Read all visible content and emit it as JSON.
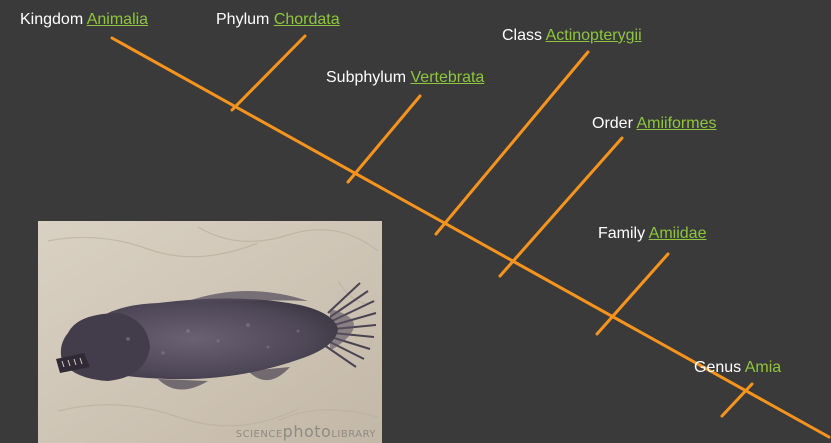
{
  "diagram": {
    "line_color": "#f7941d",
    "link_color": "#8ec63f",
    "background": "#3a3a3a",
    "nodes": [
      {
        "rank": "Kingdom",
        "taxon": "Animalia",
        "linked": true
      },
      {
        "rank": "Phylum",
        "taxon": "Chordata",
        "linked": true
      },
      {
        "rank": "Subphylum",
        "taxon": "Vertebrata",
        "linked": true
      },
      {
        "rank": "Class",
        "taxon": "Actinopterygii",
        "linked": true
      },
      {
        "rank": "Order",
        "taxon": "Amiiformes",
        "linked": true
      },
      {
        "rank": "Family",
        "taxon": "Amiidae",
        "linked": true
      },
      {
        "rank": "Genus",
        "taxon": "Amia",
        "linked": false
      }
    ]
  },
  "photo": {
    "subject_icon": "fossil-fish-image",
    "watermark_prefix": "SCIENCE",
    "watermark_main": "photo",
    "watermark_suffix": "LIBRARY"
  }
}
